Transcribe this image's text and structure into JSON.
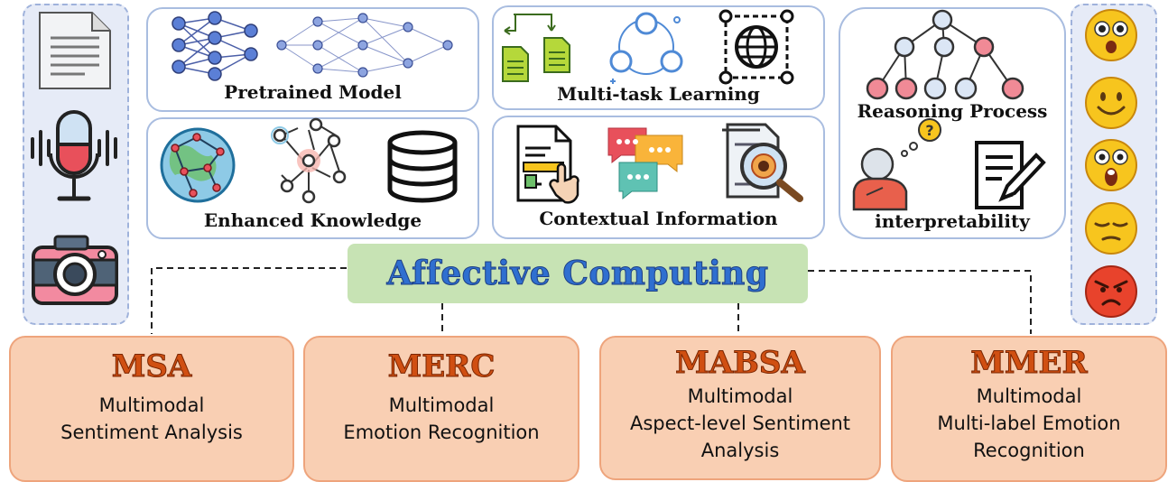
{
  "center": {
    "title": "Affective Computing"
  },
  "panels": {
    "pretrained": "Pretrained Model",
    "multitask": "Multi-task Learning",
    "reasoning": "Reasoning Process",
    "knowledge": "Enhanced Knowledge",
    "context": "Contextual Information",
    "interpret": "interpretability"
  },
  "tasks": [
    {
      "abbr": "MSA",
      "desc": "Multimodal\nSentiment Analysis"
    },
    {
      "abbr": "MERC",
      "desc": "Multimodal\nEmotion Recognition"
    },
    {
      "abbr": "MABSA",
      "desc": "Multimodal\nAspect-level Sentiment\nAnalysis"
    },
    {
      "abbr": "MMER",
      "desc": "Multimodal\nMulti-label Emotion\nRecognition"
    }
  ],
  "icons": {
    "left_column": [
      "document-icon",
      "microphone-icon",
      "camera-icon"
    ],
    "right_column": [
      "surprised-emoji-icon",
      "smile-emoji-icon",
      "shocked-emoji-icon",
      "sad-emoji-icon",
      "angry-emoji-icon"
    ]
  },
  "colors": {
    "task_fill": "#f9cfb3",
    "task_text": "#d04f12",
    "center_fill": "#c7e3b4",
    "center_text": "#2f6fd0",
    "panel_border": "#a9bde0"
  }
}
